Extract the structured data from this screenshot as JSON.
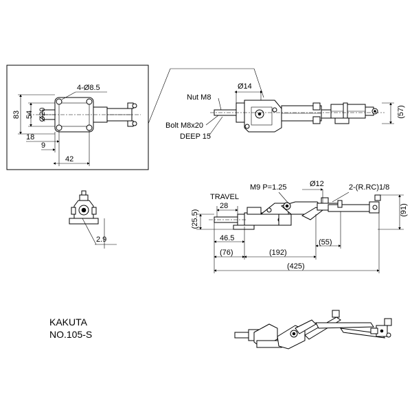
{
  "title": {
    "maker": "KAKUTA",
    "model": "NO.105-S"
  },
  "top_view": {
    "hole_label": "4-Ø8.5",
    "dims": {
      "d83": "83",
      "d54": "54",
      "d20": "Ø20",
      "d18": "18",
      "d9": "9",
      "d42": "42"
    }
  },
  "detail_view": {
    "nut": "Nut M8",
    "phi14": "Ø14",
    "bolt": "Bolt M8x20",
    "deep": "DEEP 15",
    "d57": "(57)"
  },
  "side_view": {
    "travel": "TRAVEL",
    "d28": "28",
    "thread": "M9 P=1.25",
    "phi12": "Ø12",
    "port": "2-(R.RC)1/8",
    "d91": "(91)",
    "d25_5": "(25.5)",
    "d46_5": "46.5",
    "d55": "(55)",
    "d76": "(76)",
    "d192": "(192)",
    "d425": "(425)"
  },
  "end_view": {
    "d2_9": "2.9"
  }
}
